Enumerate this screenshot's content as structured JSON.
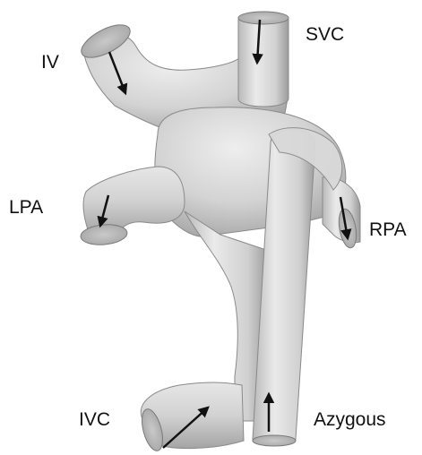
{
  "figure": {
    "labels": {
      "iv": "IV",
      "svc": "SVC",
      "lpa": "LPA",
      "rpa": "RPA",
      "ivc": "IVC",
      "azygous": "Azygous"
    },
    "colors": {
      "background": "#ffffff",
      "vessel_fill": "#d2d2d2",
      "vessel_highlight": "#ececec",
      "vessel_shadow": "#9c9c9c",
      "vessel_outline": "#7a7a7a",
      "arrow": "#111111",
      "label_text": "#111111"
    },
    "arrows": [
      {
        "vessel": "IV",
        "direction": "down-right"
      },
      {
        "vessel": "SVC",
        "direction": "down"
      },
      {
        "vessel": "LPA",
        "direction": "down"
      },
      {
        "vessel": "RPA",
        "direction": "down"
      },
      {
        "vessel": "IVC",
        "direction": "up-right"
      },
      {
        "vessel": "Azygous",
        "direction": "up"
      }
    ]
  }
}
